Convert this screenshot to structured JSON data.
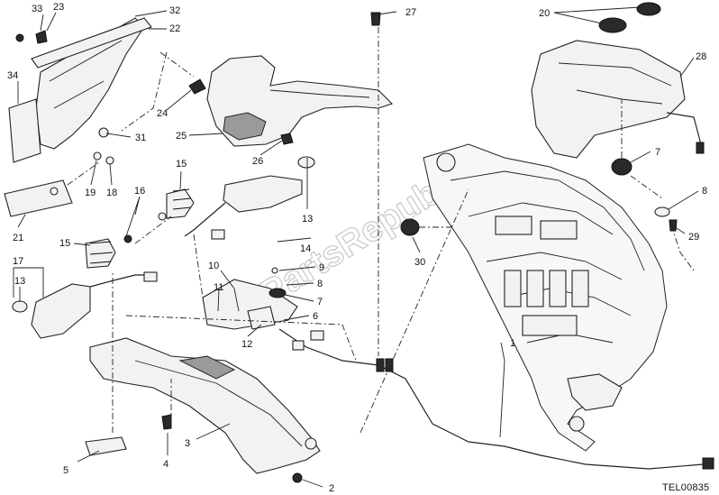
{
  "diagram": {
    "drawing_code": "TEL00835",
    "watermark": "PartsRepublik",
    "callouts": [
      {
        "id": "c33",
        "label": "33"
      },
      {
        "id": "c23",
        "label": "23"
      },
      {
        "id": "c32",
        "label": "32"
      },
      {
        "id": "c22",
        "label": "22"
      },
      {
        "id": "c34",
        "label": "34"
      },
      {
        "id": "c31",
        "label": "31"
      },
      {
        "id": "c19",
        "label": "19"
      },
      {
        "id": "c18",
        "label": "18"
      },
      {
        "id": "c21",
        "label": "21"
      },
      {
        "id": "c24",
        "label": "24"
      },
      {
        "id": "c25",
        "label": "25"
      },
      {
        "id": "c26",
        "label": "26"
      },
      {
        "id": "c27",
        "label": "27"
      },
      {
        "id": "c20",
        "label": "20"
      },
      {
        "id": "c28",
        "label": "28"
      },
      {
        "id": "c7a",
        "label": "7"
      },
      {
        "id": "c8a",
        "label": "8"
      },
      {
        "id": "c29",
        "label": "29"
      },
      {
        "id": "c15a",
        "label": "15"
      },
      {
        "id": "c16",
        "label": "16"
      },
      {
        "id": "c13a",
        "label": "13"
      },
      {
        "id": "c14",
        "label": "14"
      },
      {
        "id": "c15b",
        "label": "15"
      },
      {
        "id": "c17",
        "label": "17"
      },
      {
        "id": "c13b",
        "label": "13"
      },
      {
        "id": "c9",
        "label": "9"
      },
      {
        "id": "c8b",
        "label": "8"
      },
      {
        "id": "c7b",
        "label": "7"
      },
      {
        "id": "c6",
        "label": "6"
      },
      {
        "id": "c10",
        "label": "10"
      },
      {
        "id": "c11",
        "label": "11"
      },
      {
        "id": "c12",
        "label": "12"
      },
      {
        "id": "c30",
        "label": "30"
      },
      {
        "id": "c1",
        "label": "1"
      },
      {
        "id": "c4",
        "label": "4"
      },
      {
        "id": "c5",
        "label": "5"
      },
      {
        "id": "c3",
        "label": "3"
      },
      {
        "id": "c2",
        "label": "2"
      }
    ]
  }
}
